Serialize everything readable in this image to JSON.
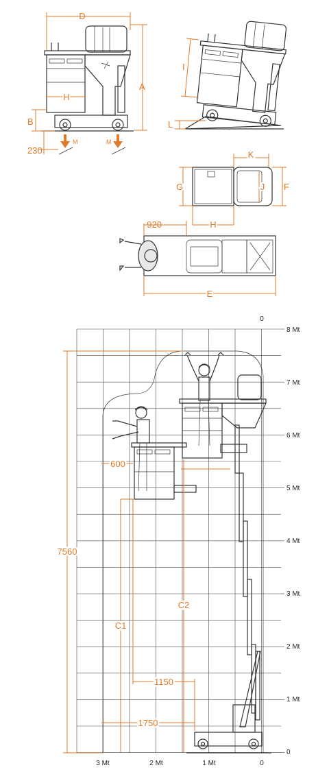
{
  "colors": {
    "dimension": "#e07a2a",
    "line": "#333333",
    "grid": "#444444"
  },
  "side_view": {
    "labels": {
      "D": "D",
      "A": "A",
      "H": "H",
      "B": "B",
      "bottom_dim": "230",
      "wheel_load_left": "M",
      "wheel_load_right": "M"
    }
  },
  "tilted_view": {
    "labels": {
      "I": "I",
      "L": "L"
    }
  },
  "top_view": {
    "labels": {
      "K": "K",
      "G": "G",
      "J": "J",
      "F": "F"
    }
  },
  "plan_view": {
    "labels": {
      "left_dim": "920",
      "H": "H",
      "E": "E"
    }
  },
  "reach_diagram": {
    "right_axis_labels": [
      "8 Mt",
      "7 Mt",
      "6 Mt",
      "5 Mt",
      "4 Mt",
      "3 Mt",
      "2 Mt",
      "1 Mt",
      "0"
    ],
    "top_zero_label": "0",
    "bottom_axis_labels": [
      "3 Mt",
      "2 Mt",
      "1 Mt",
      "0"
    ],
    "dims": {
      "height": "7560",
      "outreach_600": "600",
      "C1": "C1",
      "C2": "C2",
      "d1150": "1150",
      "d1750": "1750"
    }
  }
}
